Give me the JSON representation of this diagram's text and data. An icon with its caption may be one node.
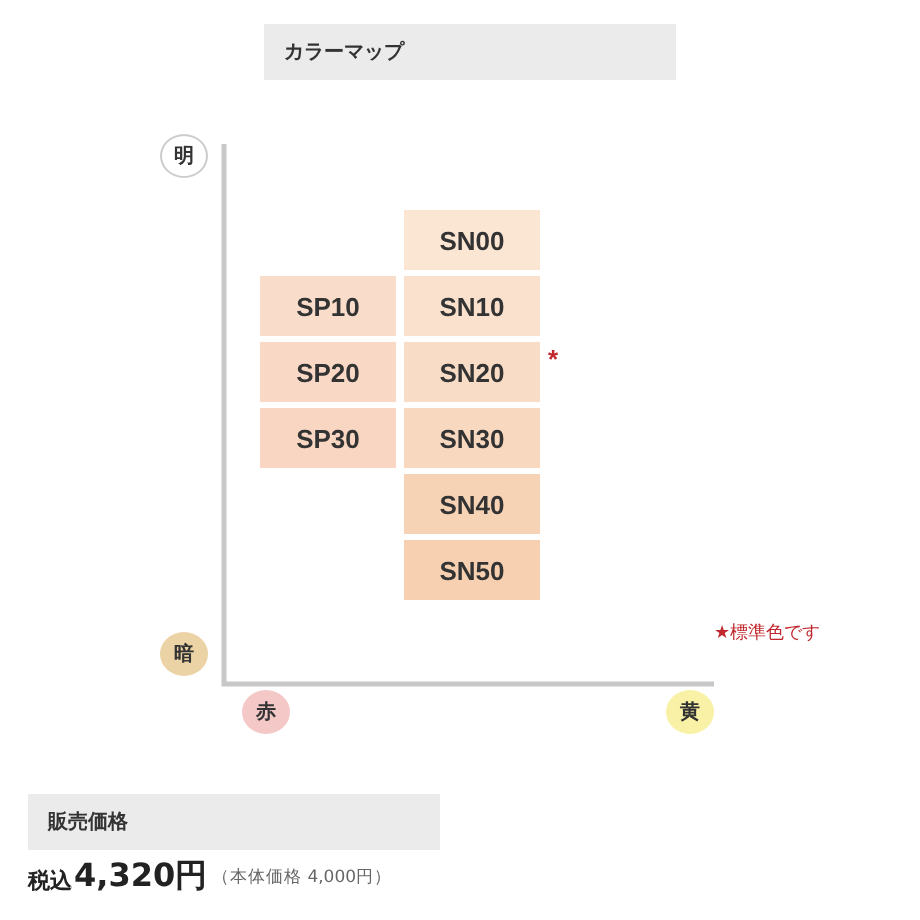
{
  "diagram": {
    "title": "カラーマップ",
    "nodes": [
      {
        "text": [
          "明"
        ]
      },
      {
        "text": [
          "SN00"
        ]
      },
      {
        "text": [
          "SP10"
        ]
      },
      {
        "text": [
          "SN10"
        ]
      },
      {
        "text": [
          "SP20"
        ]
      },
      {
        "text": [
          "SN20"
        ],
        "beside": [
          "*"
        ]
      },
      {
        "text": [
          "SP30"
        ]
      },
      {
        "text": [
          "SN30"
        ]
      },
      {
        "text": [
          "SN40"
        ]
      },
      {
        "text": [
          "SN50"
        ]
      },
      {
        "text": [
          "暗"
        ]
      },
      {
        "text": [
          "赤"
        ]
      },
      {
        "text": [
          "黄"
        ]
      }
    ],
    "labels": [
      "★標準色です",
      "販売価格",
      "税込",
      "4,320円",
      "（本体価格 4,000円）"
    ]
  }
}
